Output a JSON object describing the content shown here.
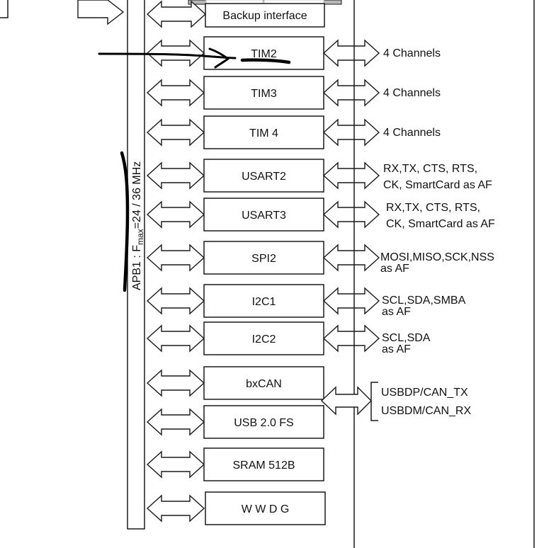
{
  "diagram": {
    "bus_label": {
      "prefix": "APB1 : F",
      "subscript": "max",
      "suffix": "=24 / 36 MHz"
    },
    "backup_interface": "Backup interface",
    "peripherals": [
      {
        "id": "tim2",
        "label": "TIM2",
        "signals": [
          "4 Channels"
        ],
        "annotated": true
      },
      {
        "id": "tim3",
        "label": "TIM3",
        "signals": [
          "4 Channels"
        ]
      },
      {
        "id": "tim4",
        "label": "TIM 4",
        "signals": [
          "4 Channels"
        ]
      },
      {
        "id": "usart2",
        "label": "USART2",
        "signals": [
          "RX,TX, CTS, RTS,",
          "CK, SmartCard as AF"
        ]
      },
      {
        "id": "usart3",
        "label": "USART3",
        "signals": [
          "RX,TX, CTS, RTS,",
          "CK, SmartCard as AF"
        ]
      },
      {
        "id": "spi2",
        "label": "SPI2",
        "signals": [
          "MOSI,MISO,SCK,NSS",
          "as AF"
        ]
      },
      {
        "id": "i2c1",
        "label": "I2C1",
        "signals": [
          "SCL,SDA,SMBA",
          "as AF"
        ]
      },
      {
        "id": "i2c2",
        "label": "I2C2",
        "signals": [
          "SCL,SDA",
          "as AF"
        ]
      },
      {
        "id": "bxcan",
        "label": "bxCAN",
        "signals": []
      },
      {
        "id": "usb",
        "label": "USB 2.0 FS",
        "signals": []
      },
      {
        "id": "sram",
        "label": "SRAM 512B",
        "signals": []
      },
      {
        "id": "wwdg",
        "label": "W W D G",
        "signals": []
      }
    ],
    "shared_signals": [
      "USBDP/CAN_TX",
      "USBDM/CAN_RX"
    ],
    "annotation": {
      "description": "Hand-drawn arrow pointing to TIM2 with underline, and bracket line along APB1 bus label"
    }
  }
}
